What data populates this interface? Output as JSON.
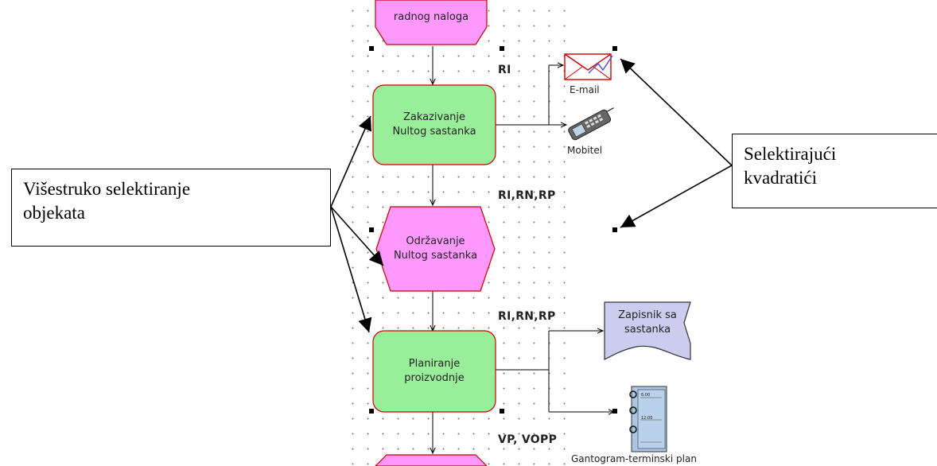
{
  "nodes": {
    "top_event": "radnog naloga",
    "zakazivanje_line1": "Zakazivanje",
    "zakazivanje_line2": "Nultog sastanka",
    "odrzavanje_line1": "Održavanje",
    "odrzavanje_line2": "Nultog sastanka",
    "planiranje_line1": "Planiranje",
    "planiranje_line2": "proizvodnje",
    "zapisnik_line1": "Zapisnik sa",
    "zapisnik_line2": "sastanka"
  },
  "flow_labels": {
    "ri": "RI",
    "ri_rn_rp_1": "RI,RN,RP",
    "ri_rn_rp_2": "RI,RN,RP",
    "vp_vopp": "VP, VOPP"
  },
  "icons": {
    "email": {
      "icon": "envelope-icon",
      "label": "E-mail"
    },
    "mobile": {
      "icon": "mobile-phone-icon",
      "label": "Mobitel"
    },
    "gantogram": {
      "icon": "planner-icon",
      "label": "Gantogram-terminski plan"
    }
  },
  "callouts": {
    "left_line1": "Višestruko selektiranje",
    "left_line2": "objekata",
    "right_line1": "Selektirajući",
    "right_line2": "kvadratići"
  },
  "colors": {
    "function_fill": "#99ee99",
    "event_fill": "#ff99ff",
    "document_fill": "#ccccee",
    "shape_border": "#cc0000"
  }
}
